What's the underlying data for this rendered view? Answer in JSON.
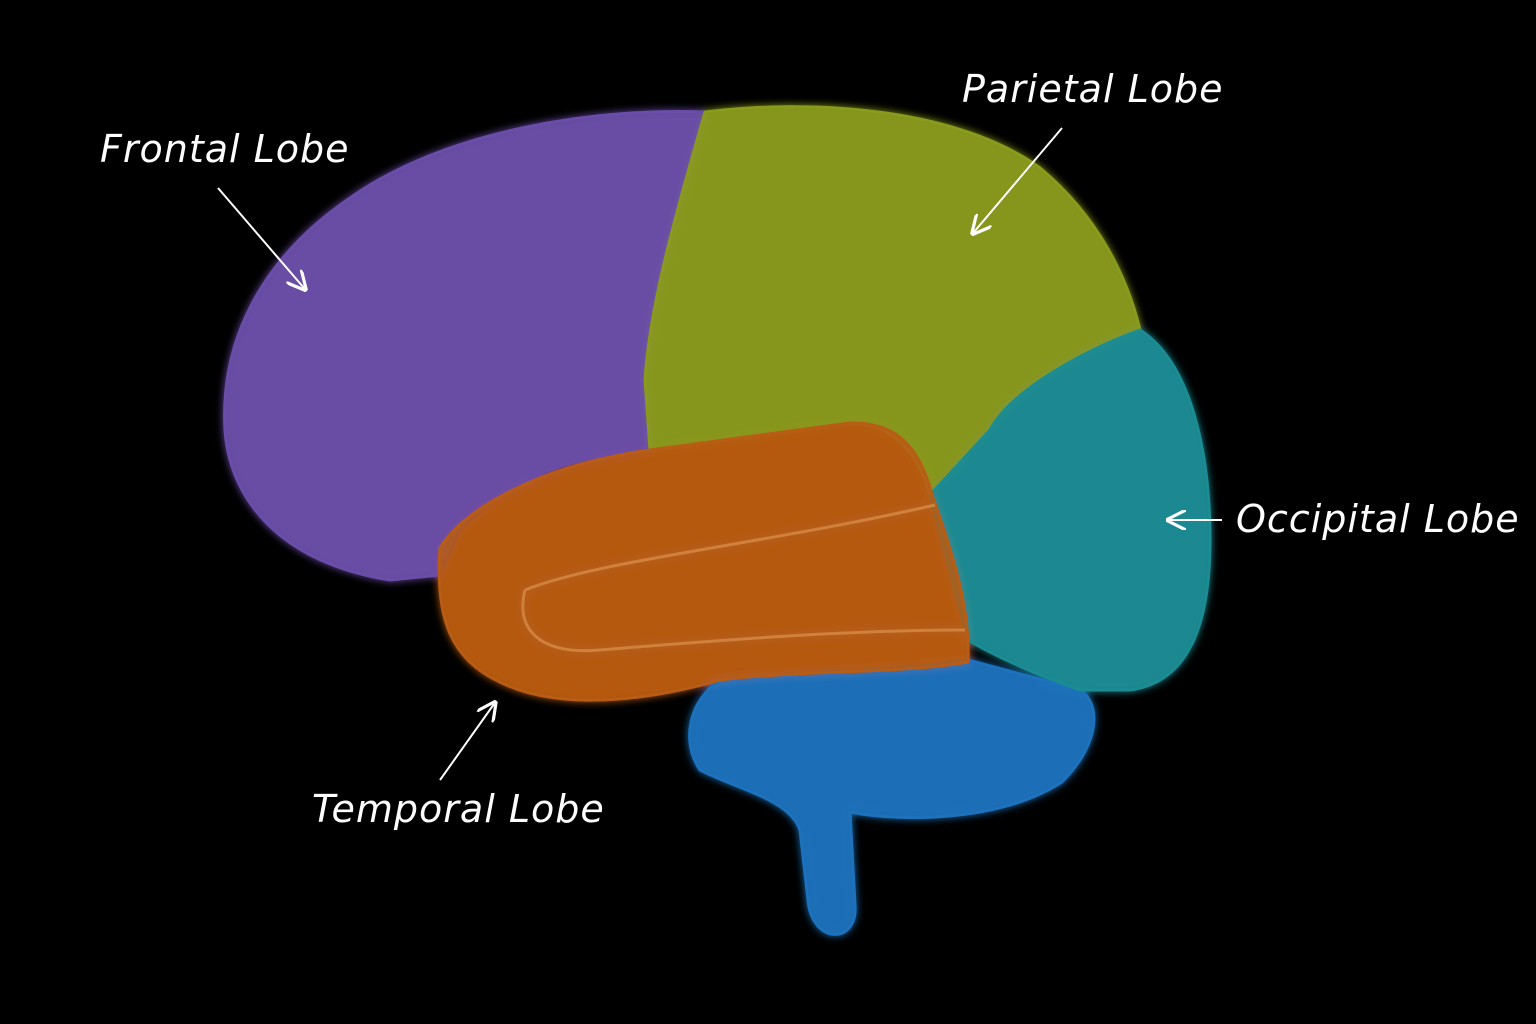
{
  "labels": {
    "frontal": "Frontal Lobe",
    "parietal": "Parietal Lobe",
    "occipital": "Occipital Lobe",
    "temporal": "Temporal Lobe"
  },
  "colors": {
    "background": "#000000",
    "frontal": "#6b4ea8",
    "parietal": "#8a9a1c",
    "occipital": "#1a8c94",
    "temporal": "#b85c12",
    "cerebellum_brainstem": "#1c72bc",
    "label": "#ffffff"
  }
}
